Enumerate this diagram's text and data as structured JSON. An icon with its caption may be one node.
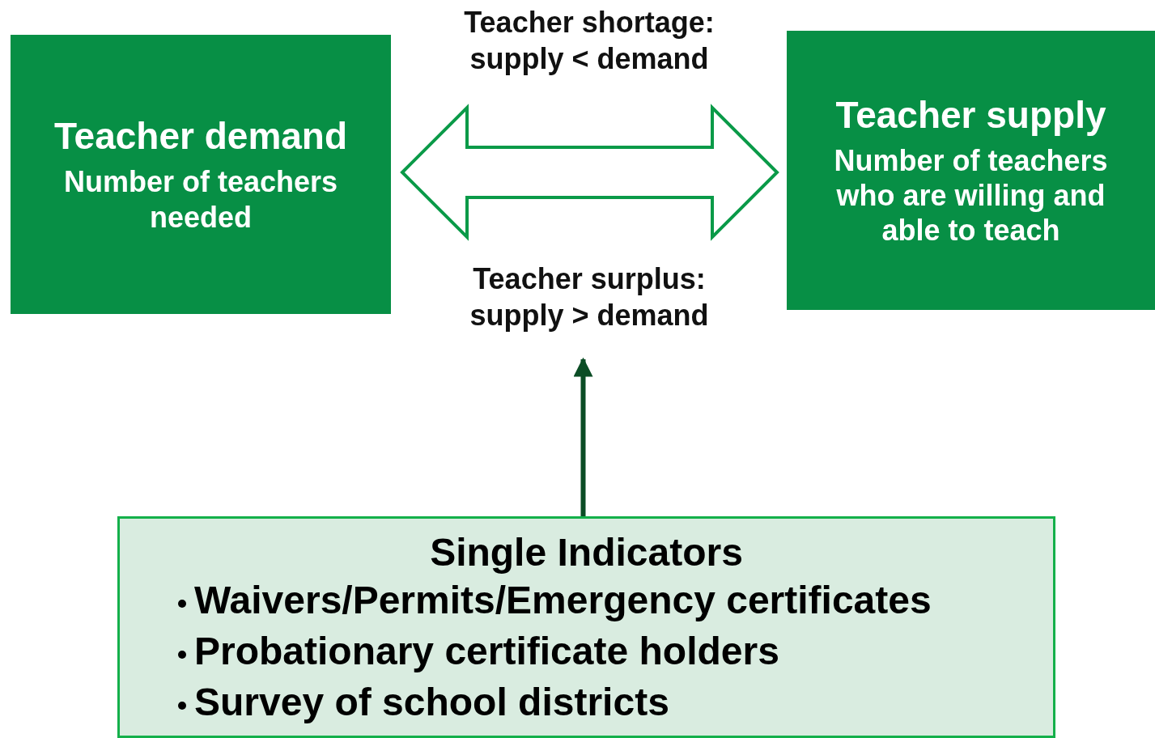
{
  "diagram": {
    "nodes": [
      {
        "text": [
          "Teacher demand",
          "Number of teachers needed"
        ]
      },
      {
        "text": [
          "Teacher supply",
          "Number of teachers who are willing and able to teach"
        ]
      },
      {
        "text": [
          "Single Indicators",
          "Waivers/Permits/Emergency certificates",
          "Probationary certificate holders",
          "Survey of school districts"
        ]
      },
      {
        "text": [
          "Teacher surplus: supply > demand"
        ]
      }
    ],
    "edges": [
      {
        "from": 0,
        "to": 1,
        "arrow": "both"
      },
      {
        "from": 2,
        "to": 3,
        "arrow": "to",
        "color": "#0b4d25"
      }
    ],
    "labels": [
      "Teacher shortage: supply < demand"
    ]
  }
}
